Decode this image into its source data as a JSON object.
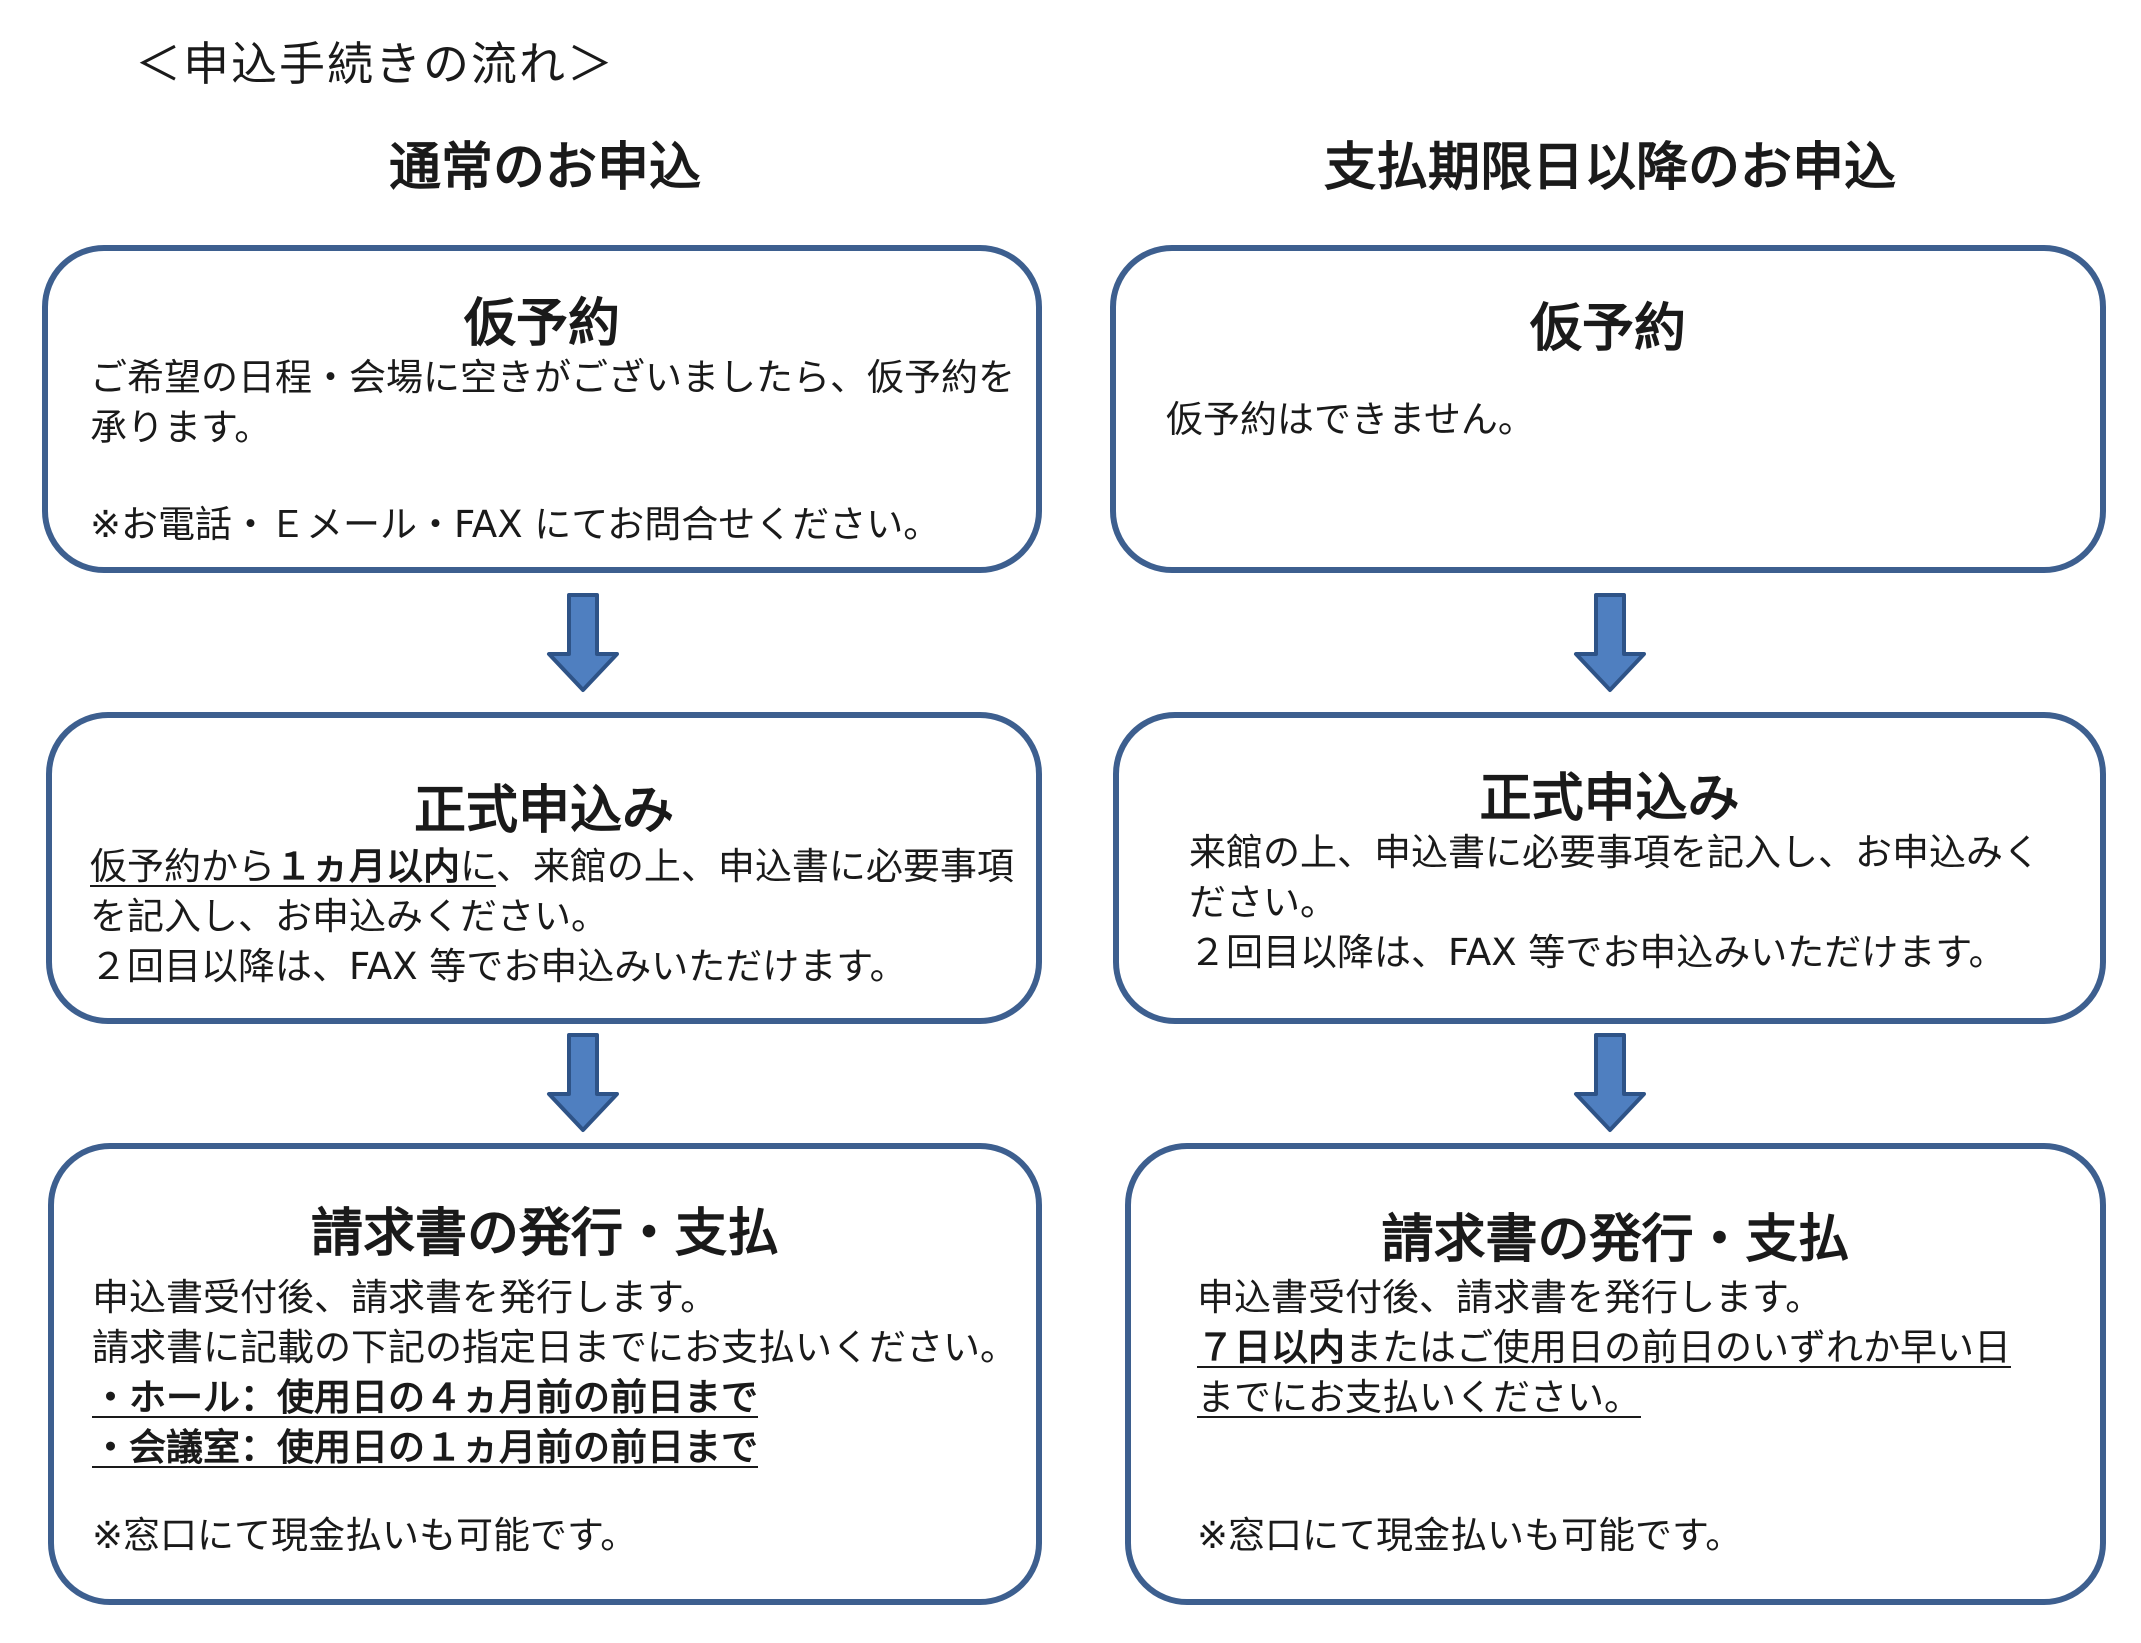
{
  "page_title": "＜申込手続きの流れ＞",
  "columns": {
    "left": {
      "title": "通常のお申込",
      "step1": {
        "title": "仮予約",
        "line1": "ご希望の日程・会場に空きがございましたら、仮予約を",
        "line2": "承ります。",
        "line3": "※お電話・Ｅメール・FAX にてお問合せください。"
      },
      "step2": {
        "title": "正式申込み",
        "line1_u1": "仮予約から",
        "line1_u2": "１ヵ月以内",
        "line1_u3": "に",
        "line1_rest": "、来館の上、申込書に必要事項",
        "line2": "を記入し、お申込みください。",
        "line3": "２回目以降は、FAX 等でお申込みいただけます。"
      },
      "step3": {
        "title": "請求書の発行・支払",
        "line1": "申込書受付後、請求書を発行します。",
        "line2": "請求書に記載の下記の指定日までにお支払いください。",
        "line3": "・ホール：使用日の４ヵ月前の前日まで",
        "line4": "・会議室：使用日の１ヵ月前の前日まで",
        "line5": "※窓口にて現金払いも可能です。"
      }
    },
    "right": {
      "title": "支払期限日以降のお申込",
      "step1": {
        "title": "仮予約",
        "line1": "仮予約はできません。"
      },
      "step2": {
        "title": "正式申込み",
        "line1": "来館の上、申込書に必要事項を記入し、お申込みく",
        "line2": "ださい。",
        "line3": "２回目以降は、FAX 等でお申込みいただけます。"
      },
      "step3": {
        "title": "請求書の発行・支払",
        "line1": "申込書受付後、請求書を発行します。",
        "line2_b": "７日以内",
        "line2_rest": "またはご使用日の前日のいずれか早い日",
        "line3": "までにお支払いください。",
        "line4": "※窓口にて現金払いも可能です。"
      }
    }
  },
  "colors": {
    "box_border": "#3d5f8f",
    "arrow_fill": "#4f7fc0",
    "arrow_stroke": "#2e5387"
  }
}
